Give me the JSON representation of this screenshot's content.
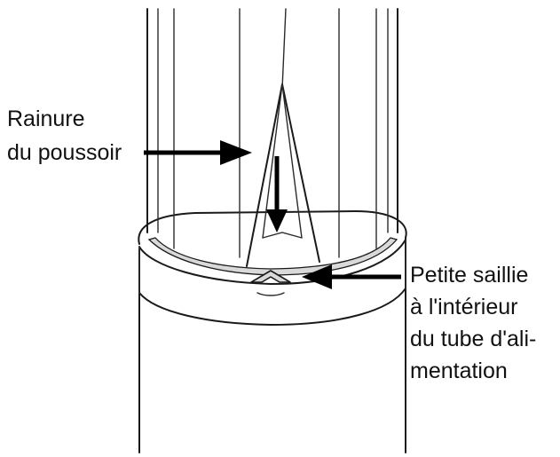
{
  "labels": {
    "groove_line1": "Rainure",
    "groove_line2": "du poussoir",
    "tab_line1": "Petite saillie",
    "tab_line2": "à l'intérieur",
    "tab_line3": "du tube d'ali-",
    "tab_line4": "mentation"
  },
  "colors": {
    "line": "#1a1a1a",
    "shading": "#d9d9d9",
    "background": "#ffffff"
  }
}
